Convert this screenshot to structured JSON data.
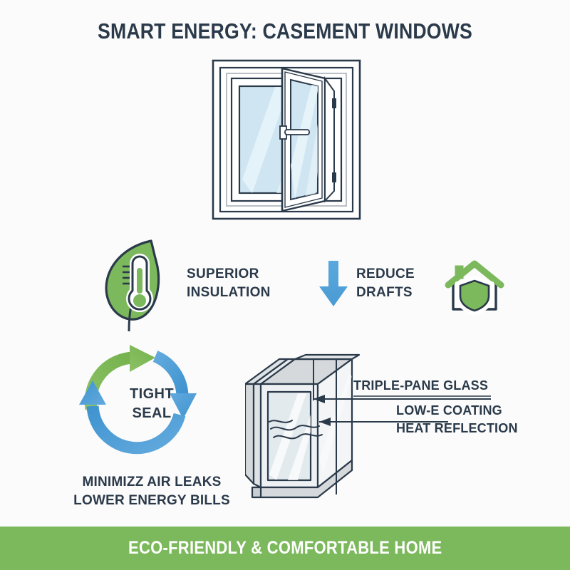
{
  "page": {
    "title": "SMART ENERGY: CASEMENT WINDOWS",
    "background_color": "#fbfbfb"
  },
  "colors": {
    "navy": "#2b3a4a",
    "green": "#7cb85c",
    "blue": "#4a9bd4",
    "glass_light": "#d9eaf4",
    "glass_gray": "#d5d9dc"
  },
  "illustrations": {
    "window": {
      "icon": "casement-window-icon",
      "caption": ""
    },
    "glass": {
      "icon": "triple-pane-glass-icon"
    }
  },
  "features": [
    {
      "icon": "leaf-thermometer-icon",
      "label_line1": "SUPERIOR",
      "label_line2": "INSULATION"
    },
    {
      "icon": "arrow-down-icon",
      "label_line1": "REDUCE",
      "label_line2": "DRAFTS"
    },
    {
      "icon": "house-shield-icon",
      "label_line1": "",
      "label_line2": ""
    }
  ],
  "cycle": {
    "icon": "circular-arrows-icon",
    "center_line1": "TIGHT",
    "center_line2": "SEAL",
    "caption_line1": "MINIMIZZ AIR LEAKS",
    "caption_line2": "LOWER ENERGY BILLS"
  },
  "glass_labels": {
    "triple_pane": "TRIPLE-PANE GLASS",
    "lowe_line1": "LOW-E COATING",
    "lowe_line2": "HEAT REFLECTION"
  },
  "footer": {
    "text": "ECO-FRIENDLY & COMFORTABLE HOME",
    "background_color": "#7cb85c"
  }
}
